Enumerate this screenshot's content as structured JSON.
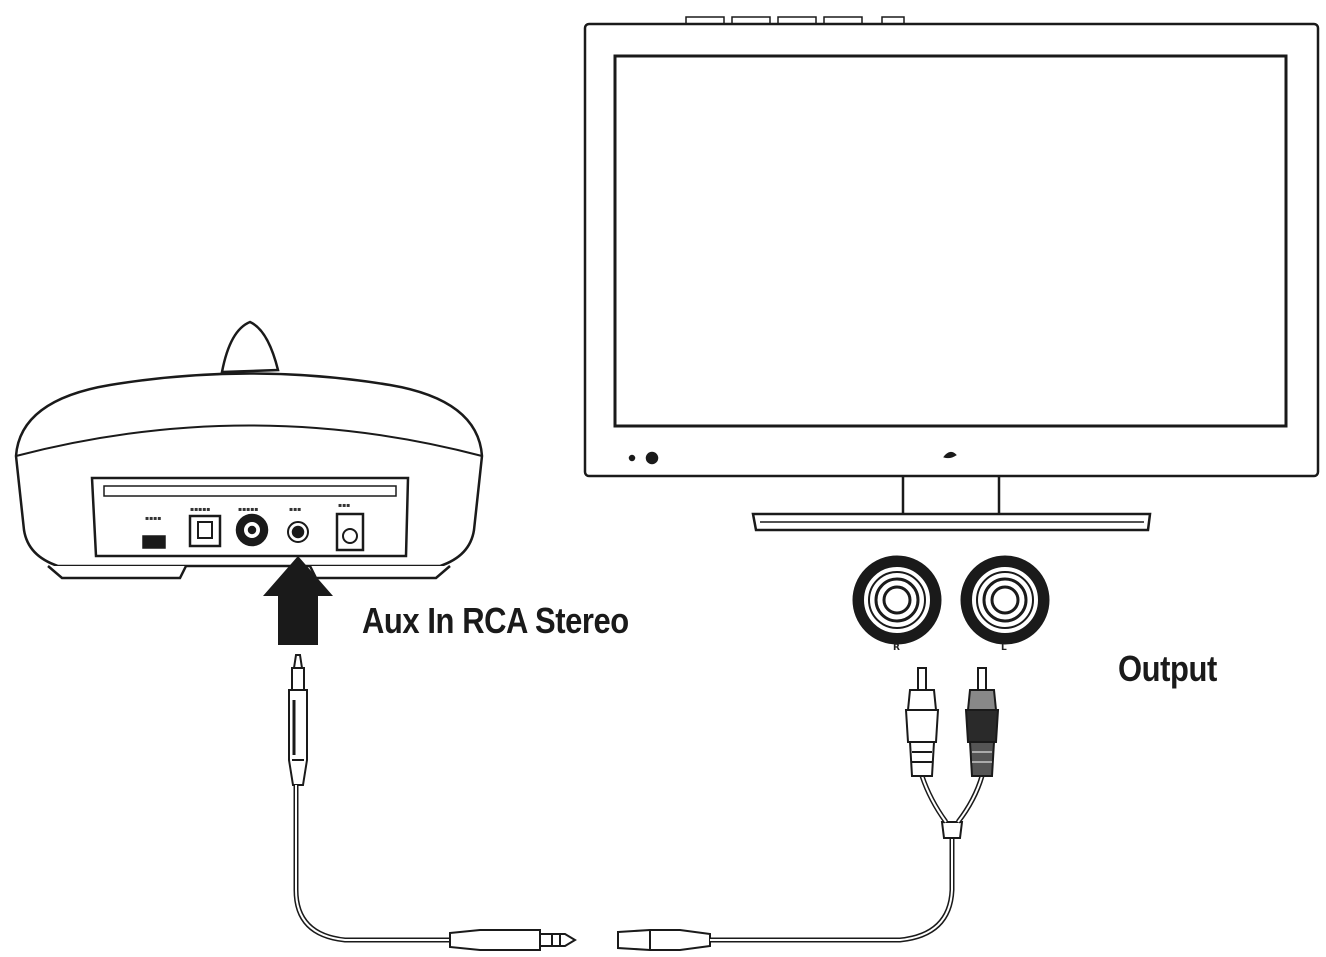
{
  "labels": {
    "aux_in": "Aux In RCA Stereo",
    "output": "Output"
  },
  "rca_jacks": {
    "right": "R",
    "left": "L"
  },
  "colors": {
    "line": "#1a1a1a",
    "background": "#ffffff"
  }
}
